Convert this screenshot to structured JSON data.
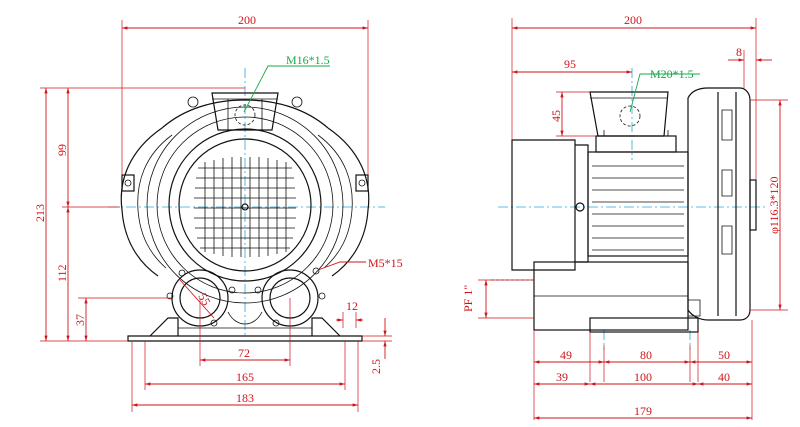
{
  "colors": {
    "dimension": "#d0141a",
    "outline": "#111111",
    "centerline": "#2aa9d8",
    "callout_green": "#1aa84a",
    "background": "#ffffff"
  },
  "front_view": {
    "dims": {
      "overall_width": "200",
      "height_total": "213",
      "height_upper": "99",
      "height_lower": "112",
      "port_center_height": "37",
      "port_spacing": "72",
      "mount_inner": "165",
      "mount_outer": "183",
      "base_thickness": "2.5",
      "slot_width": "12"
    },
    "callouts": {
      "top_thread": "M16*1.5",
      "port_diameter": "55",
      "mount_thread": "M5*15"
    }
  },
  "side_view": {
    "dims": {
      "overall_width": "200",
      "motor_offset": "95",
      "terminal_height": "45",
      "flange_thickness": "8",
      "housing_diameter": "φ116.3*120",
      "pipe_thread": "PF 1\"",
      "base_49": "49",
      "base_80": "80",
      "base_50": "50",
      "base_39": "39",
      "base_100": "100",
      "base_40": "40",
      "overall_length": "179"
    },
    "callouts": {
      "gland_thread": "M20*1.5"
    }
  }
}
